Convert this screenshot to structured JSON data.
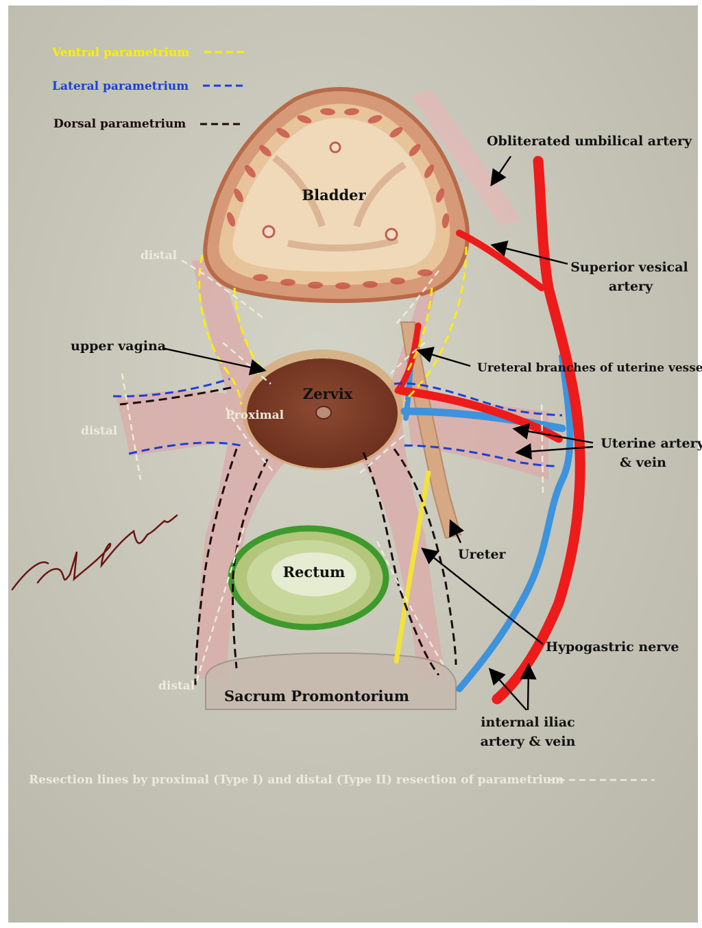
{
  "legend": {
    "ventral": {
      "label": "Ventral parametrium",
      "color": "#ffee00"
    },
    "lateral": {
      "label": "Lateral parametrium",
      "color": "#1c3fd6"
    },
    "dorsal": {
      "label": "Dorsal parametrium",
      "color": "#1a0a0a"
    }
  },
  "organs": {
    "bladder": "Bladder",
    "cervix": "Zervix",
    "rectum": "Rectum",
    "sacrum": "Sacrum Promontorium"
  },
  "labels": {
    "obliterated_umbilical_artery": "Obliterated umbilical artery",
    "superior_vesical_artery_line1": "Superior vesical",
    "superior_vesical_artery_line2": "artery",
    "upper_vagina": "upper vagina",
    "ureteral_branches": "Ureteral branches of uterine vessels",
    "uterine_line1": "Uterine artery",
    "uterine_line2": "& vein",
    "ureter": "Ureter",
    "hypogastric_nerve": "Hypogastric nerve",
    "iliac_line1": "internal iliac",
    "iliac_line2": "artery & vein",
    "distal_top": "distal",
    "distal_left": "distal",
    "distal_bottom": "distal",
    "proximal": "Proximal"
  },
  "footer": {
    "caption": "Resection lines by proximal (Type I) and distal (Type II) resection of parametrium"
  },
  "colors": {
    "paper": "#c3c2b4",
    "artery": "#ee1b1b",
    "vein": "#3d93dc",
    "resection_line": "#ecebdc",
    "rectum_wall": "#3d9a2c",
    "signature": "#6b1414"
  }
}
